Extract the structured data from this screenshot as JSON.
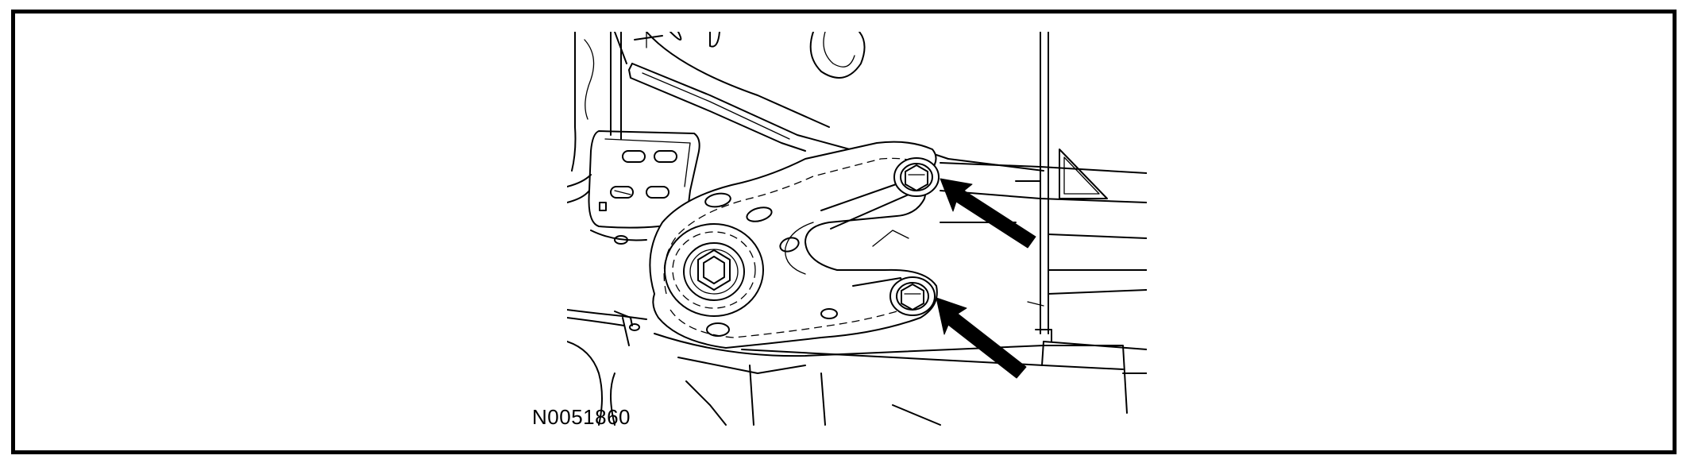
{
  "figure": {
    "id_label": "N0051860"
  },
  "callouts": {
    "count": 2,
    "target": "bolts"
  },
  "icons": {
    "upper_arrow": "arrow-icon",
    "lower_arrow": "arrow-icon",
    "upper_bolt": "hex-bolt-icon",
    "lower_bolt": "hex-bolt-icon",
    "pivot_bolt": "hex-bolt-icon"
  },
  "colors": {
    "line": "#000000",
    "background": "#ffffff",
    "frame": "#000000"
  }
}
